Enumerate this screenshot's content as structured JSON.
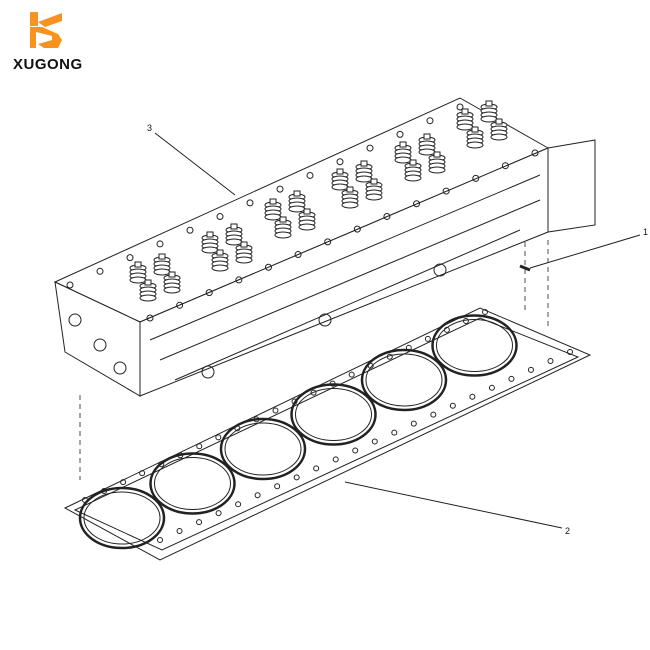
{
  "brand": {
    "name": "XUGONG",
    "accent": "#f7931e"
  },
  "callouts": [
    {
      "number": "3",
      "part": "cylinder-head"
    },
    {
      "number": "1",
      "part": "plug"
    },
    {
      "number": "2",
      "part": "head-gasket"
    }
  ]
}
